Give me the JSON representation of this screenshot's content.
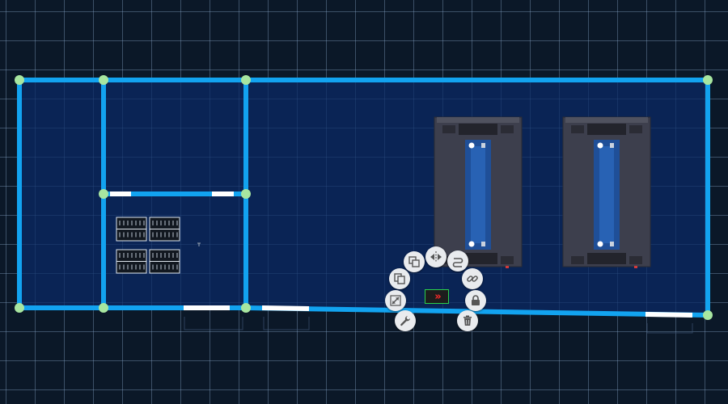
{
  "canvas": {
    "background": "#0b1828",
    "grid_color": "#8caacd",
    "room_fill": "#0a2a66",
    "wall_color": "#12a3f0",
    "node_color": "#a8e6a0",
    "door_color": "#ffffff"
  },
  "objects": {
    "racks": [
      {
        "name": "server-rack-1",
        "body_color": "#3d3f4d"
      },
      {
        "name": "server-rack-2",
        "body_color": "#3d3f4d"
      }
    ],
    "rack_arrays": [
      {
        "name": "rack-array-1"
      },
      {
        "name": "rack-array-2"
      },
      {
        "name": "rack-array-3"
      },
      {
        "name": "rack-array-4"
      }
    ]
  },
  "context_menu": {
    "items": [
      {
        "name": "duplicate-icon"
      },
      {
        "name": "flip-icon"
      },
      {
        "name": "swap-icon"
      },
      {
        "name": "copy-icon"
      },
      {
        "name": "link-icon"
      },
      {
        "name": "resize-icon"
      },
      {
        "name": "lock-icon"
      },
      {
        "name": "wrench-icon"
      },
      {
        "name": "trash-icon"
      }
    ],
    "move_handle_icon": "double-chevron-right-icon",
    "move_handle_glyph": "»",
    "accent_color": "#ff2a2a"
  }
}
